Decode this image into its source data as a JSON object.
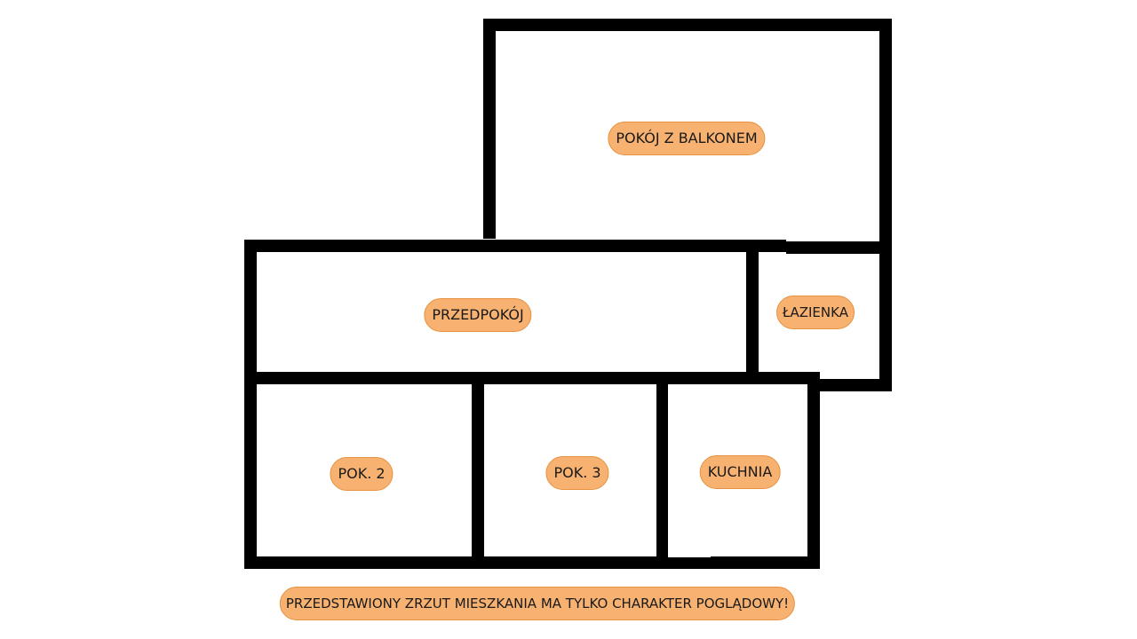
{
  "plan": {
    "rooms": {
      "living_room_balcony": "POKÓJ Z BALKONEM",
      "hallway": "PRZEDPOKÓJ",
      "bathroom": "ŁAZIENKA",
      "room_2": "POK. 2",
      "room_3": "POK. 3",
      "kitchen": "KUCHNIA"
    },
    "disclaimer": "PRZEDSTAWIONY ZRZUT MIESZKANIA MA TYLKO CHARAKTER POGLĄDOWY!"
  },
  "colors": {
    "wall": "#000000",
    "label_fill": "#f7b272",
    "label_border": "#e8913f",
    "background": "#ffffff"
  }
}
